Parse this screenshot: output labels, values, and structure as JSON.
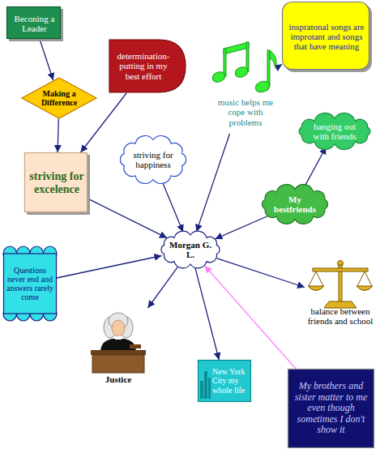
{
  "diagram": {
    "nodes": [
      {
        "text": [
          "Beconing a Leader"
        ]
      },
      {
        "text": [
          "inspratonal songs are improtant and songs that have meaning"
        ]
      },
      {
        "text": [
          "determination-putting in my best effort"
        ]
      },
      {
        "text": [
          "music helps me cope with problems"
        ]
      },
      {
        "text": [
          "Making a Difference"
        ]
      },
      {
        "text": [
          "hanging out with friends"
        ]
      },
      {
        "text": [
          "striving for happiness"
        ]
      },
      {
        "text": [
          "striving for excelence"
        ]
      },
      {
        "text": [
          "My bestfriends"
        ]
      },
      {
        "text": [
          "Morgan G. L."
        ]
      },
      {
        "text": [
          "Questions never end and answers rarely come"
        ]
      },
      {
        "text": [
          "balance between friends and school"
        ]
      },
      {
        "text": [
          "Justice"
        ]
      },
      {
        "text": [
          "New York City my whole life"
        ]
      },
      {
        "text": [
          "My brothers and sister matter to me even though sometimes I don't show it"
        ]
      }
    ],
    "edges": [
      {
        "from": 0,
        "to": 4,
        "arrow": "to"
      },
      {
        "from": 4,
        "to": 7,
        "arrow": "to"
      },
      {
        "from": 2,
        "to": 7,
        "arrow": "to"
      },
      {
        "from": 7,
        "to": 9,
        "arrow": "to"
      },
      {
        "from": 6,
        "to": 9,
        "arrow": "to"
      },
      {
        "from": 3,
        "to": 9,
        "arrow": "to"
      },
      {
        "from": 3,
        "to": 1,
        "arrow": "to"
      },
      {
        "from": 8,
        "to": 5,
        "arrow": "to"
      },
      {
        "from": 8,
        "to": 9,
        "arrow": "to"
      },
      {
        "from": 10,
        "to": 9,
        "arrow": "to"
      },
      {
        "from": 9,
        "to": 12,
        "arrow": "to"
      },
      {
        "from": 9,
        "to": 13,
        "arrow": "to"
      },
      {
        "from": 9,
        "to": 11,
        "arrow": "to"
      },
      {
        "from": 14,
        "to": 9,
        "arrow": "to"
      }
    ]
  }
}
